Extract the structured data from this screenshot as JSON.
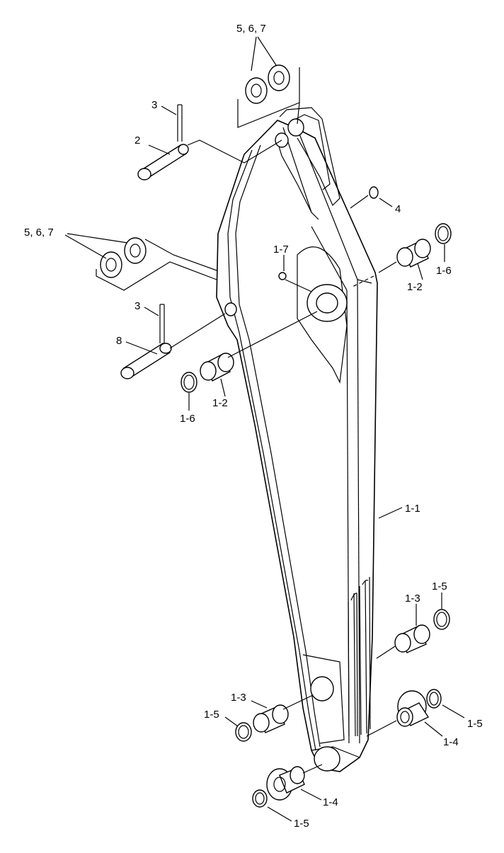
{
  "diagram": {
    "labels": {
      "top_washers": "5, 6, 7",
      "left_washers": "5, 6, 7",
      "pin_top": "2",
      "pin_lower": "8",
      "grease_pin_top": "3",
      "grease_pin_lower": "3",
      "cap_top_right": "4",
      "grease_nipple": "1-7",
      "bushing_right_top": "1-2",
      "ring_right_top": "1-6",
      "bushing_left_mid": "1-2",
      "ring_left_mid": "1-6",
      "arm_body": "1-1",
      "bushing_right_low": "1-3",
      "ring_right_low": "1-5",
      "bushing_left_low": "1-3",
      "ring_left_low": "1-5",
      "flange_bushing_right": "1-4",
      "ring_far_right": "1-5",
      "flange_bushing_bottom": "1-4",
      "ring_bottom": "1-5"
    }
  }
}
